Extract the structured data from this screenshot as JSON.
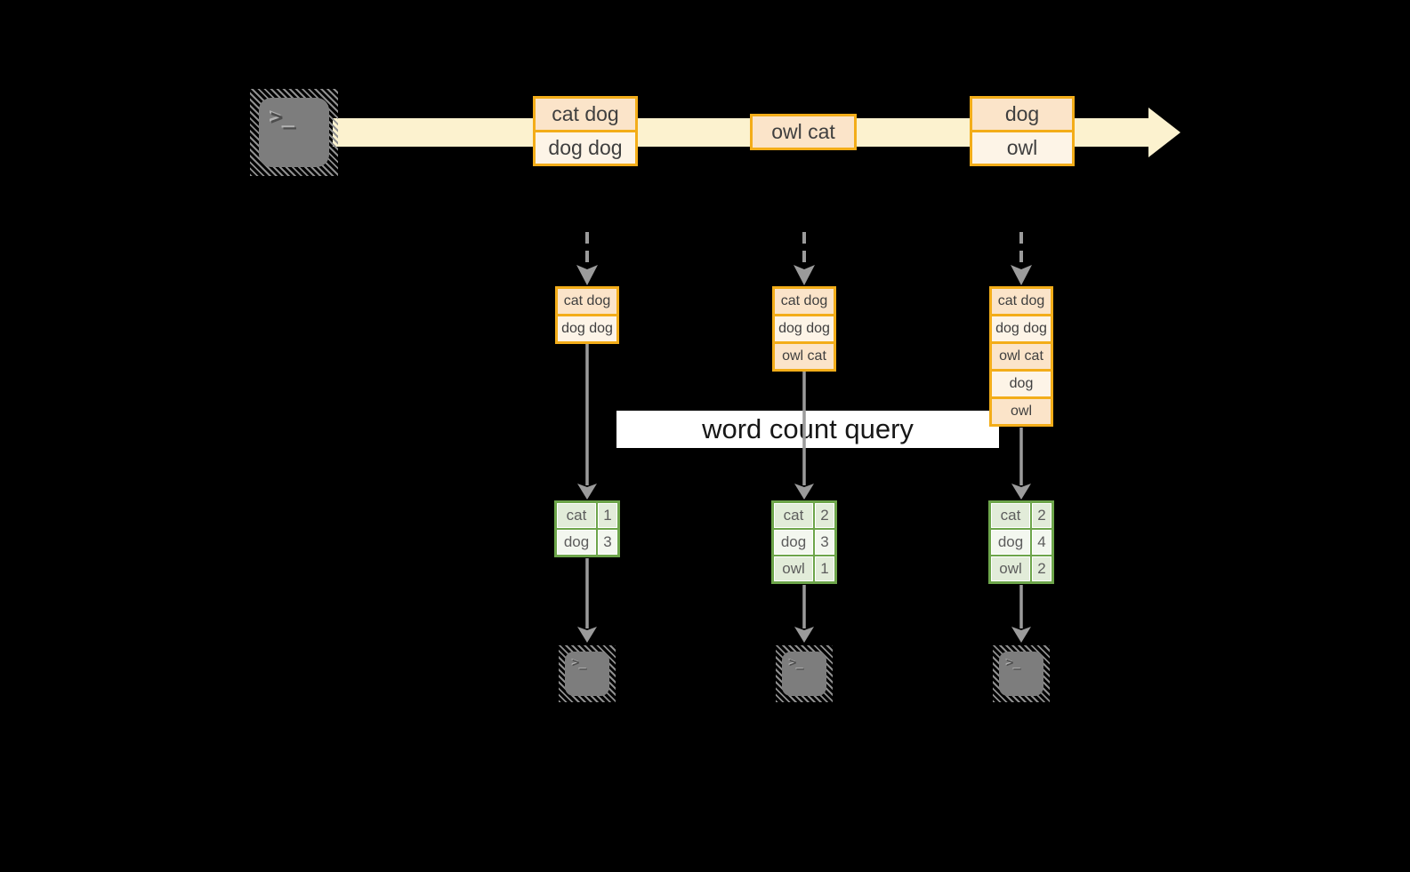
{
  "query": {
    "label": "word count query"
  },
  "icons": {
    "terminal_glyph": ">_"
  },
  "colors": {
    "background": "#000000",
    "stream_band": "#fcf2cf",
    "record_border": "#f3ad19",
    "record_fill_dark": "#fbe4c9",
    "record_fill_light": "#fdf4e7",
    "count_table_border": "#6da54a",
    "count_fill_dark": "#e2ecd9",
    "count_fill_light": "#f3f7ef",
    "arrow_gray": "#9b9b9b",
    "terminal_body": "#7d7d7d",
    "query_box_bg": "#ffffff",
    "text_dark": "#3f3f3f"
  },
  "stream": {
    "batches": [
      {
        "records": [
          "cat dog",
          "dog dog"
        ]
      },
      {
        "records": [
          "owl cat"
        ]
      },
      {
        "records": [
          "dog",
          "owl"
        ]
      }
    ]
  },
  "columns": [
    {
      "buffered_records": [
        "cat dog",
        "dog dog"
      ],
      "counts": [
        {
          "word": "cat",
          "count": "1"
        },
        {
          "word": "dog",
          "count": "3"
        }
      ]
    },
    {
      "buffered_records": [
        "cat dog",
        "dog dog",
        "owl cat"
      ],
      "counts": [
        {
          "word": "cat",
          "count": "2"
        },
        {
          "word": "dog",
          "count": "3"
        },
        {
          "word": "owl",
          "count": "1"
        }
      ]
    },
    {
      "buffered_records": [
        "cat dog",
        "dog dog",
        "owl cat",
        "dog",
        "owl"
      ],
      "counts": [
        {
          "word": "cat",
          "count": "2"
        },
        {
          "word": "dog",
          "count": "4"
        },
        {
          "word": "owl",
          "count": "2"
        }
      ]
    }
  ]
}
